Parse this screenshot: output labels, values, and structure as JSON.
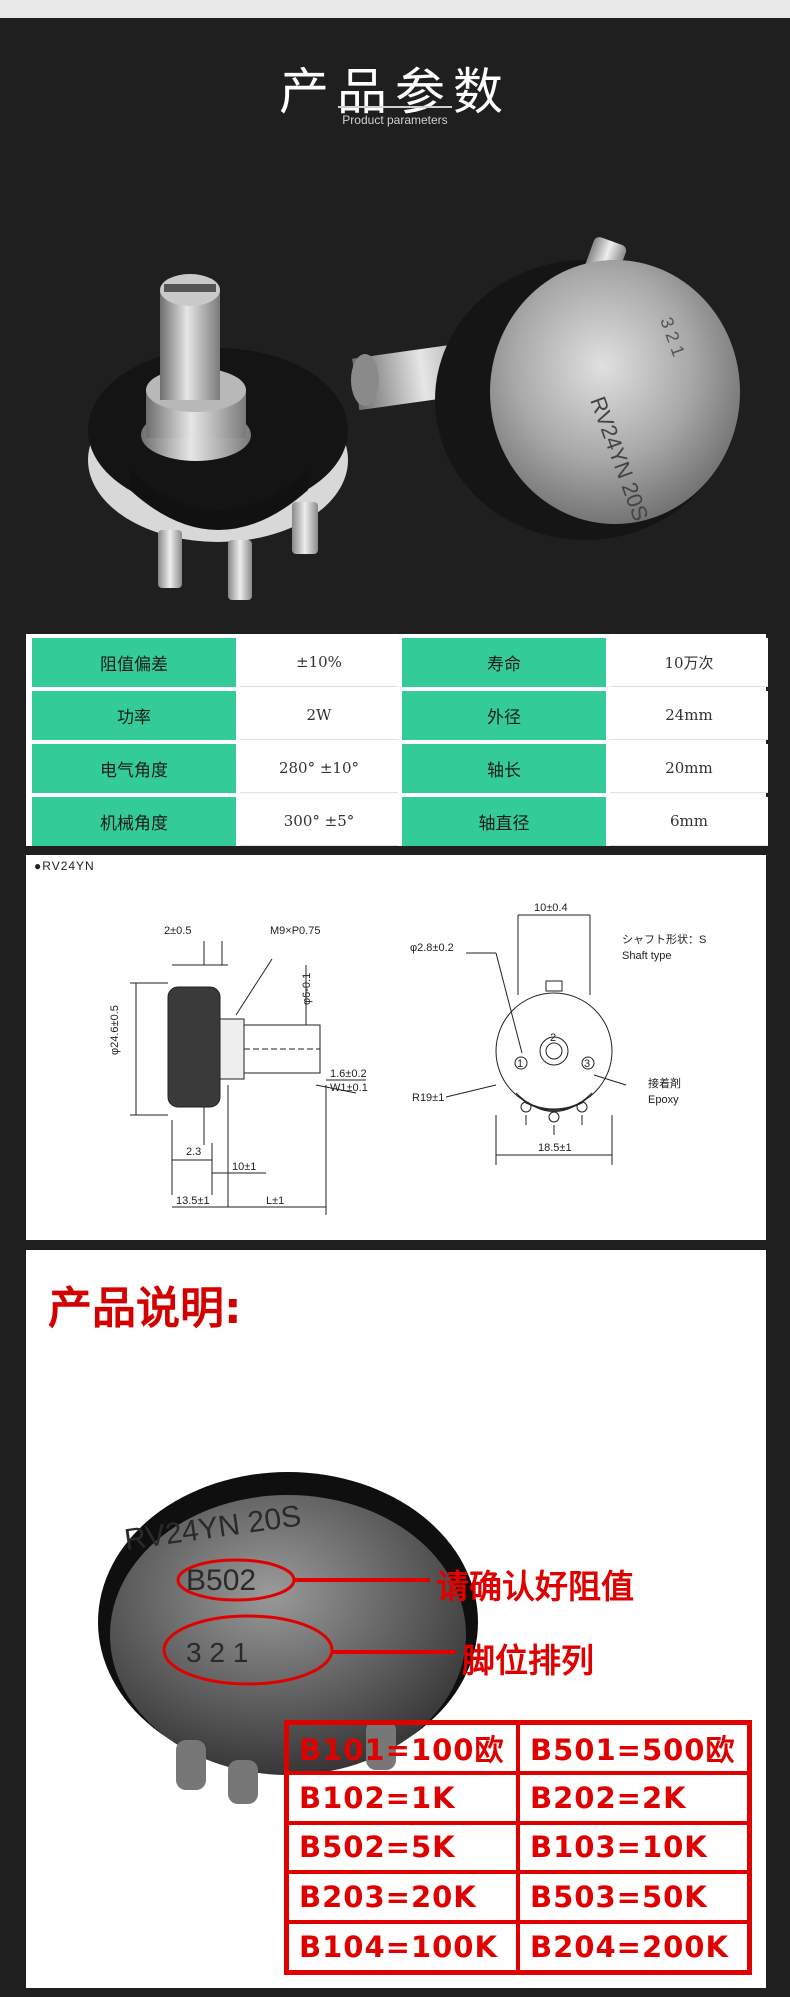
{
  "header": {
    "title": "产品参数",
    "subtitle": "Product parameters"
  },
  "specs": [
    {
      "label": "阻值偏差",
      "value": "±10%"
    },
    {
      "label": "寿命",
      "value": "10万次"
    },
    {
      "label": "功率",
      "value": "2W"
    },
    {
      "label": "外径",
      "value": "24mm"
    },
    {
      "label": "电气角度",
      "value": "280° ±10°"
    },
    {
      "label": "轴长",
      "value": "20mm"
    },
    {
      "label": "机械角度",
      "value": "300° ±5°"
    },
    {
      "label": "轴直径",
      "value": "6mm"
    }
  ],
  "drawing": {
    "model": "●RV24YN",
    "labels": {
      "d1": "2±0.5",
      "d2": "M9×P0.75",
      "d3": "φ24.6±0.5",
      "d4": "φ6-0.1",
      "d5": "1.6±0.2",
      "d6": "W1±0.1",
      "d7": "2.3",
      "d8": "10±1",
      "d9": "13.5±1",
      "d10": "L±1",
      "d11": "10±0.4",
      "d12": "φ2.8±0.2",
      "d13": "シャフト形状：S",
      "d14": "Shaft type",
      "d15": "接着剤",
      "d16": "Epoxy",
      "d17": "R19±1",
      "d18": "18.5±1",
      "pin1": "1",
      "pin2": "2",
      "pin3": "3"
    }
  },
  "desc": {
    "heading": "产品说明:",
    "body_text": "RV24YN 20S",
    "code_text": "B502",
    "pins_text": "3  2  1",
    "callout1": "请确认好阻值",
    "callout2": "脚位排列",
    "codes": [
      "B101=100欧",
      "B501=500欧",
      "B102=1K",
      "B202=2K",
      "B502=5K",
      "B103=10K",
      "B203=20K",
      "B503=50K",
      "B104=100K",
      "B204=200K"
    ]
  },
  "photo": {
    "cap_text": "RV24YN 20S",
    "cap_small": "3 2 1"
  }
}
